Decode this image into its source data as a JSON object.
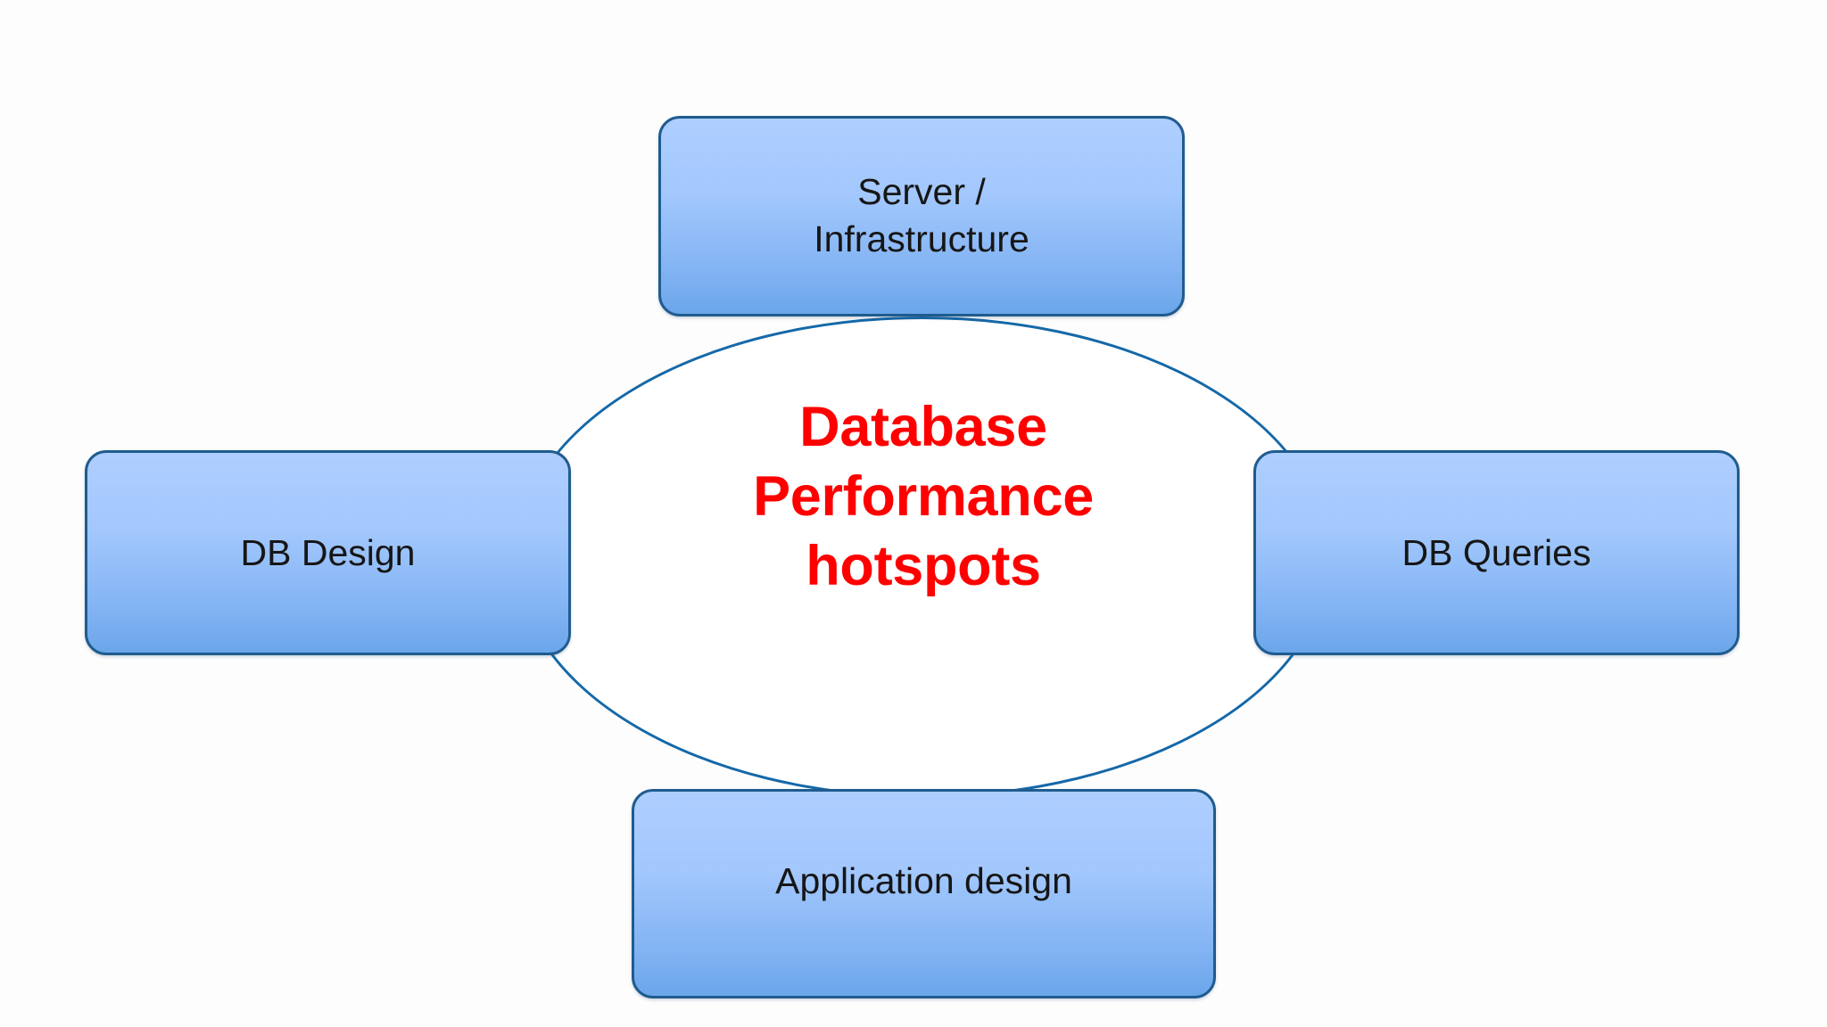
{
  "diagram": {
    "title": "Database Performance hotspots",
    "background_color": "#fdfdfd",
    "hub": {
      "name": "database-performance-hotspots",
      "lines": [
        "Database",
        "Performance",
        "hotspots"
      ],
      "text_color": "#fe0000",
      "fill_color": "#ffffff",
      "stroke_color": "#1468a8",
      "shape": "ellipse"
    },
    "nodes": [
      {
        "id": "server-infrastructure",
        "position": "top",
        "lines": [
          "Server /",
          "Infrastructure"
        ],
        "fill_top_color": "#aeceff",
        "fill_bottom_color": "#6ba6ea",
        "stroke_color": "#1f5c8f",
        "text_color": "#161616"
      },
      {
        "id": "db-design",
        "position": "left",
        "lines": [
          "DB Design"
        ],
        "fill_top_color": "#aeceff",
        "fill_bottom_color": "#6ba6ea",
        "stroke_color": "#1f5c8f",
        "text_color": "#161616"
      },
      {
        "id": "db-queries",
        "position": "right",
        "lines": [
          "DB Queries"
        ],
        "fill_top_color": "#aeceff",
        "fill_bottom_color": "#6ba6ea",
        "stroke_color": "#1f5c8f",
        "text_color": "#161616"
      },
      {
        "id": "application-design",
        "position": "bottom",
        "lines": [
          "Application design"
        ],
        "fill_top_color": "#aeceff",
        "fill_bottom_color": "#6ba6ea",
        "stroke_color": "#1f5c8f",
        "text_color": "#161616"
      }
    ]
  }
}
